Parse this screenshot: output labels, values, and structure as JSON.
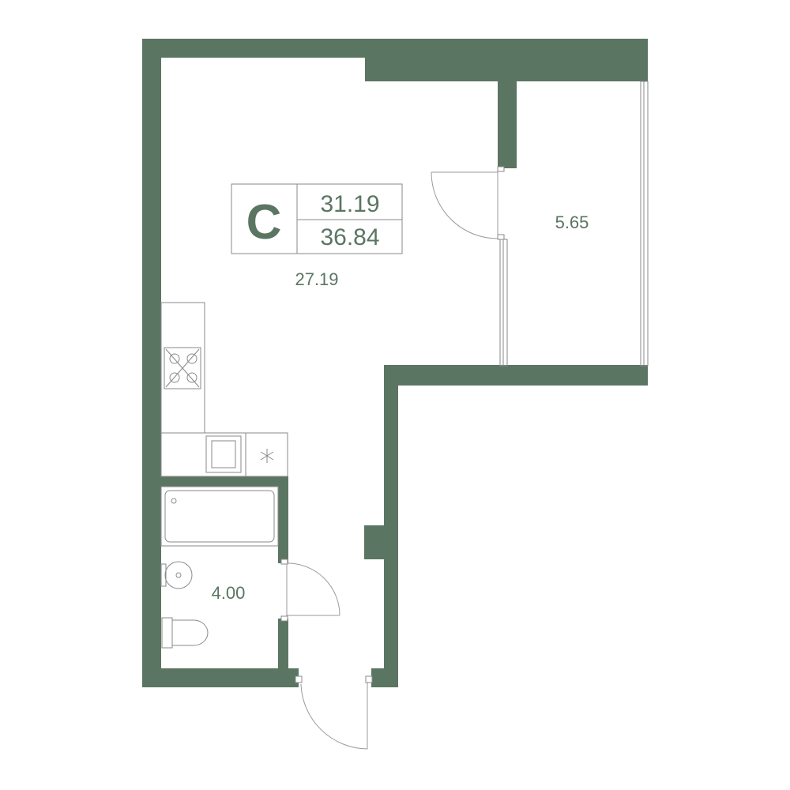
{
  "apartment": {
    "type_letter": "С",
    "living_area": "31.19",
    "total_area": "36.84"
  },
  "rooms": {
    "main_room_area": "27.19",
    "balcony_area": "5.65",
    "bathroom_area": "4.00"
  },
  "colors": {
    "wall": "#5b7563",
    "line": "#8a8a8a",
    "background": "#ffffff"
  },
  "icons": [
    "stove-icon",
    "sink-icon",
    "exhaust-fan-icon",
    "bathtub-icon",
    "washbasin-icon",
    "toilet-icon"
  ]
}
